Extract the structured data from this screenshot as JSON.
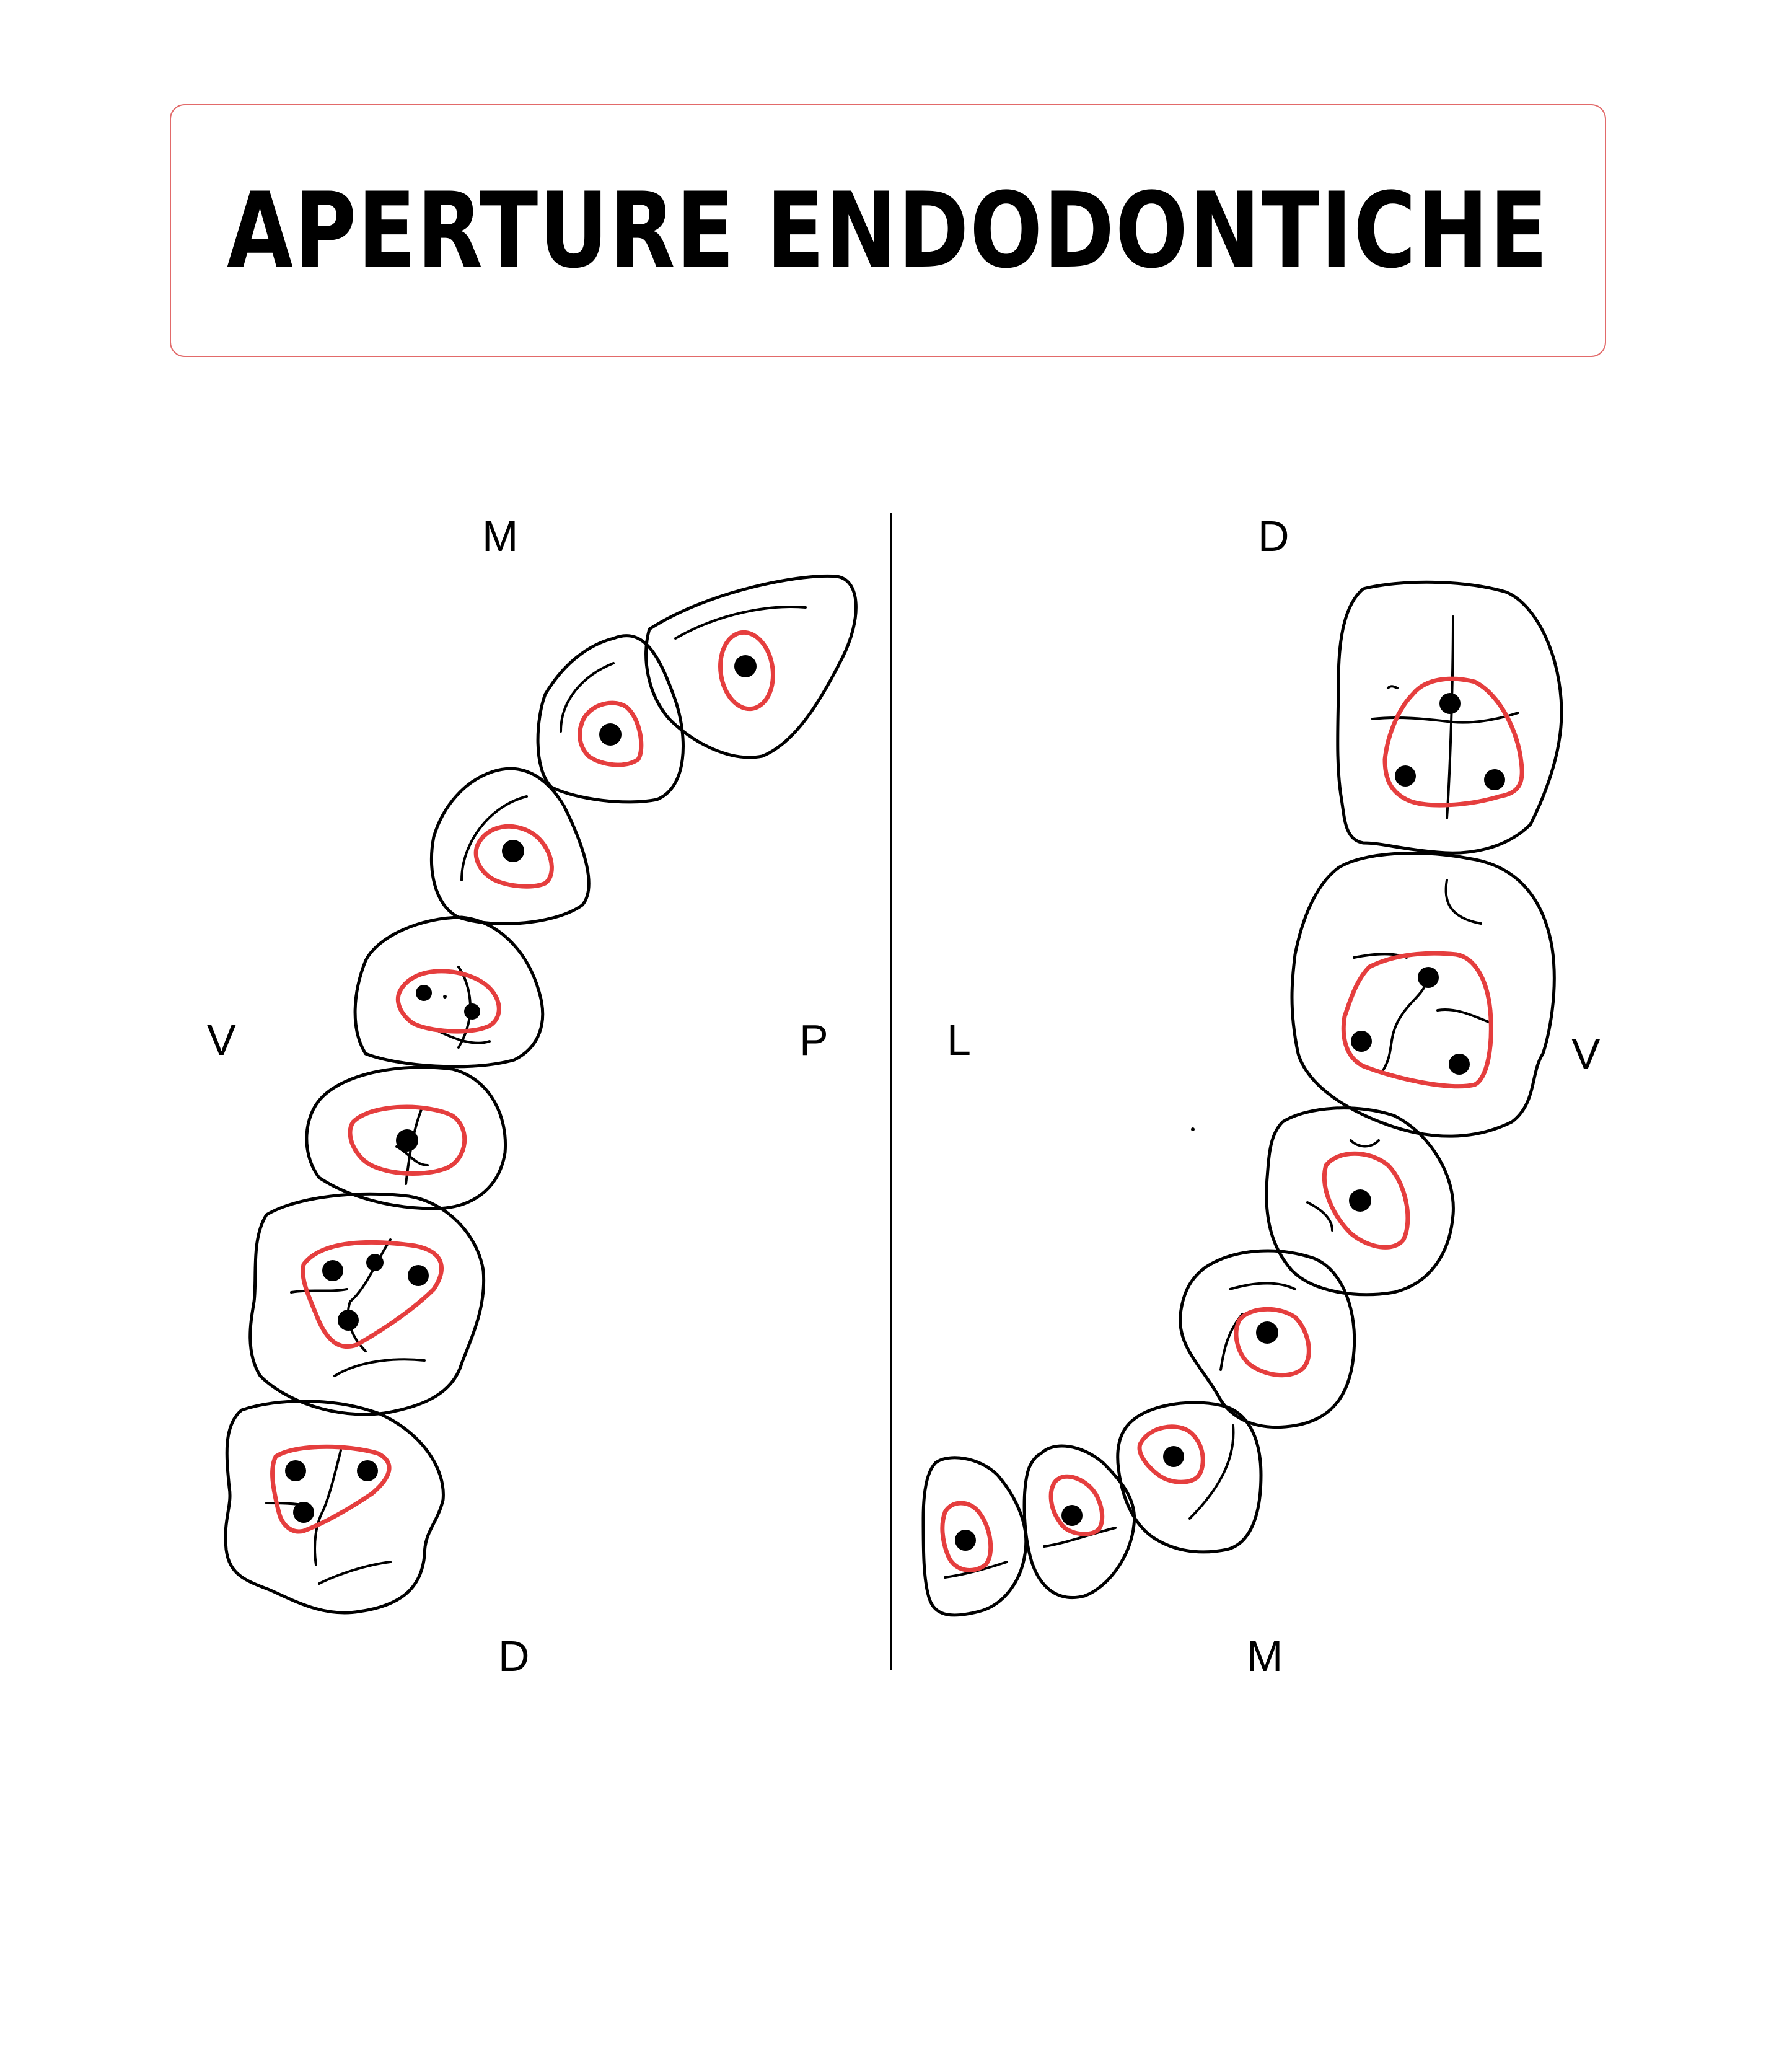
{
  "title": "APERTURE ENDODONTICHE",
  "colors": {
    "outline": "#000000",
    "access_cavity": "#e53e3e",
    "title_border": "#e26a6a"
  },
  "upper_arch": {
    "label_top": "M",
    "label_bottom": "D",
    "label_left": "V",
    "label_right": "P"
  },
  "lower_arch": {
    "label_top": "D",
    "label_bottom": "M",
    "label_left": "L",
    "label_right": "V"
  }
}
